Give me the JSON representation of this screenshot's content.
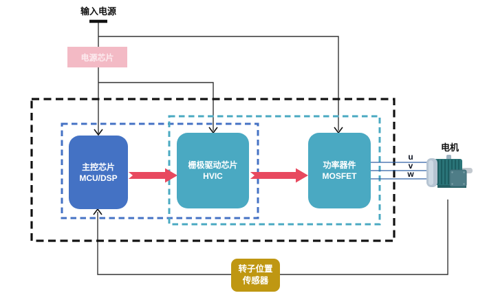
{
  "diagram_title": "motor-drive-system-block-diagram",
  "nodes": {
    "input_power": {
      "label": "输入电源"
    },
    "power_chip": {
      "label": "电源芯片",
      "fill": "#f3bac5"
    },
    "mcu": {
      "line1": "主控芯片",
      "line2": "MCU/DSP",
      "fill": "#4472c4"
    },
    "gate_driver": {
      "line1": "栅极驱动芯片",
      "line2": "HVIC",
      "fill": "#4aa9c2"
    },
    "power_device": {
      "line1": "功率器件",
      "line2": "MOSFET",
      "fill": "#4aa9c2"
    },
    "motor": {
      "label": "电机"
    },
    "rotor_sensor": {
      "line1": "转子位置",
      "line2": "传感器",
      "fill": "#bf9712"
    }
  },
  "phases": {
    "u": "u",
    "v": "v",
    "w": "w"
  },
  "colors": {
    "signal_arrow_red": "#e8495f",
    "wire_black": "#333333",
    "phase_line_blue": "#2e5fa3",
    "outer_dash_black": "#111111",
    "mcu_dash_blue": "#4472c4",
    "driver_dash_teal": "#4aa9c2",
    "motor_body_teal": "#2a7478",
    "motor_cap_gray": "#b6c4d2"
  }
}
